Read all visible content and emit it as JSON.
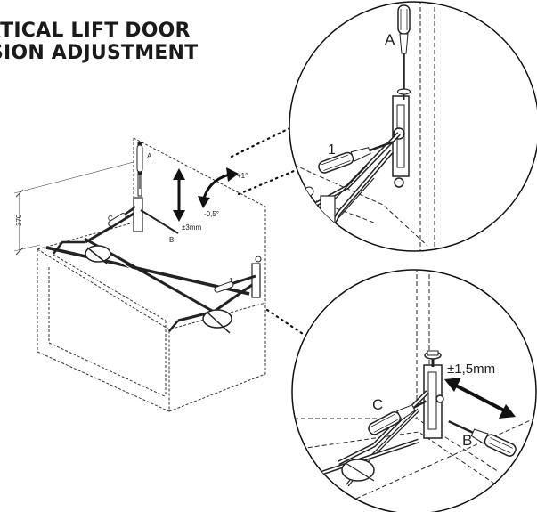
{
  "title": {
    "line1": "RTICAL LIFT DOOR",
    "line2": "SION ADJUSTMENT"
  },
  "main_labels": {
    "dimension": "370",
    "screw_a": "A",
    "screw_b": "B",
    "screw_c": "C",
    "screw_1": "1",
    "vertical_travel": "±3mm",
    "angle_plus": "+1°",
    "angle_minus": "-0,5°"
  },
  "detail_top": {
    "screw_a": "A",
    "screw_1": "1"
  },
  "detail_bottom": {
    "screw_c": "C",
    "screw_b": "B",
    "lateral_travel": "±1,5mm"
  }
}
